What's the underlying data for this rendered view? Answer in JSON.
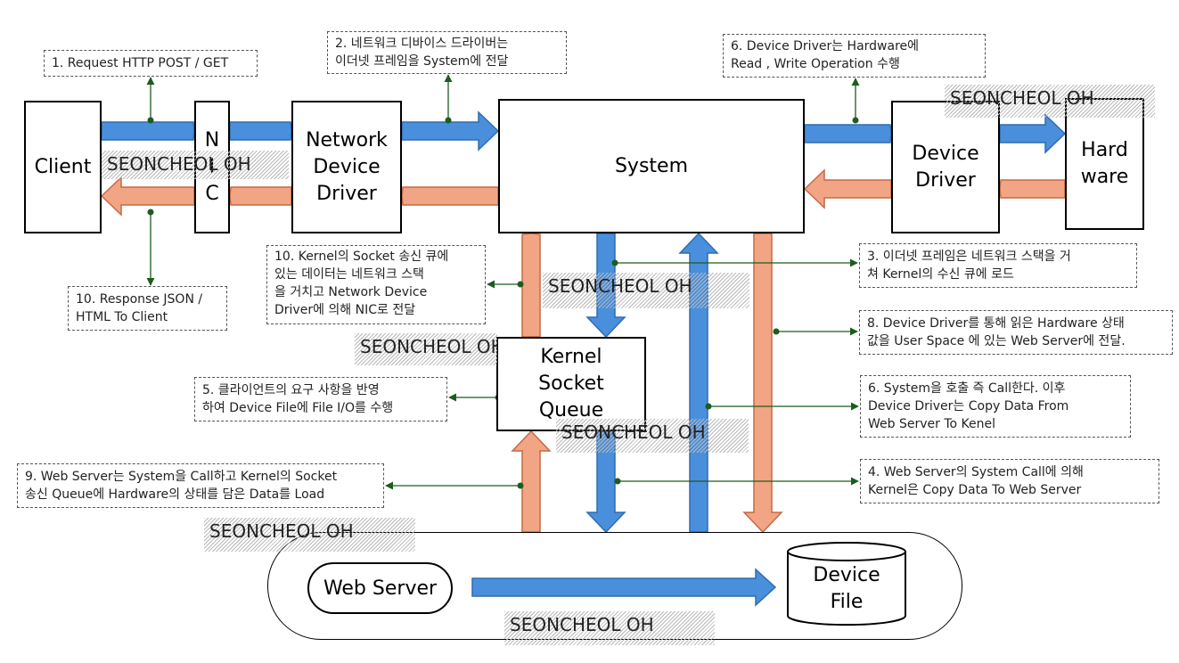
{
  "colors": {
    "blue": "#4a8fdb",
    "blue_border": "#2f6db0",
    "orange": "#f2a584",
    "orange_border": "#c46a45",
    "connector": "#1e5b1e"
  },
  "components": {
    "client": "Client",
    "nic": "N\nI\nC",
    "network_driver": "Network\nDevice\nDriver",
    "system": "System",
    "device_driver": "Device\nDriver",
    "hardware": "Hard\nware",
    "kernel_queue": "Kernel\nSocket\nQueue",
    "web_server": "Web Server",
    "device_file": "Device\nFile"
  },
  "notes": {
    "n1": "1. Request HTTP POST / GET",
    "n2": "2. 네트워크 디바이스 드라이버는\n이더넷 프레임을 System에 전달",
    "n6a": "6. Device Driver는 Hardware에\nRead , Write Operation 수행",
    "n10a": "10. Kernel의 Socket 송신 큐에\n있는 데이터는 네트워크 스택\n을 거치고 Network Device\nDriver에 의해 NIC로 전달",
    "n10b": "10. Response JSON /\nHTML To Client",
    "n3": "3. 이더넷 프레임은 네트워크 스택을 거\n쳐 Kernel의 수신 큐에 로드",
    "n8": "8. Device Driver를 통해 읽은 Hardware 상태\n값을 User Space 에 있는 Web Server에 전달.",
    "n5": "5. 클라이언트의 요구 사항을 반영\n하여 Device File에 File I/O를 수행",
    "n6b": "6. System을 호출 즉 Call한다. 이후\nDevice Driver는 Copy Data From\nWeb Server To Kenel",
    "n9": "9. Web Server는 System을 Call하고 Kernel의 Socket\n송신 Queue에 Hardware의 상태를 담은 Data를 Load",
    "n4": "4. Web Server의 System Call에 의해\nKernel은 Copy Data To Web Server"
  },
  "watermark": "SEONCHEOL OH"
}
